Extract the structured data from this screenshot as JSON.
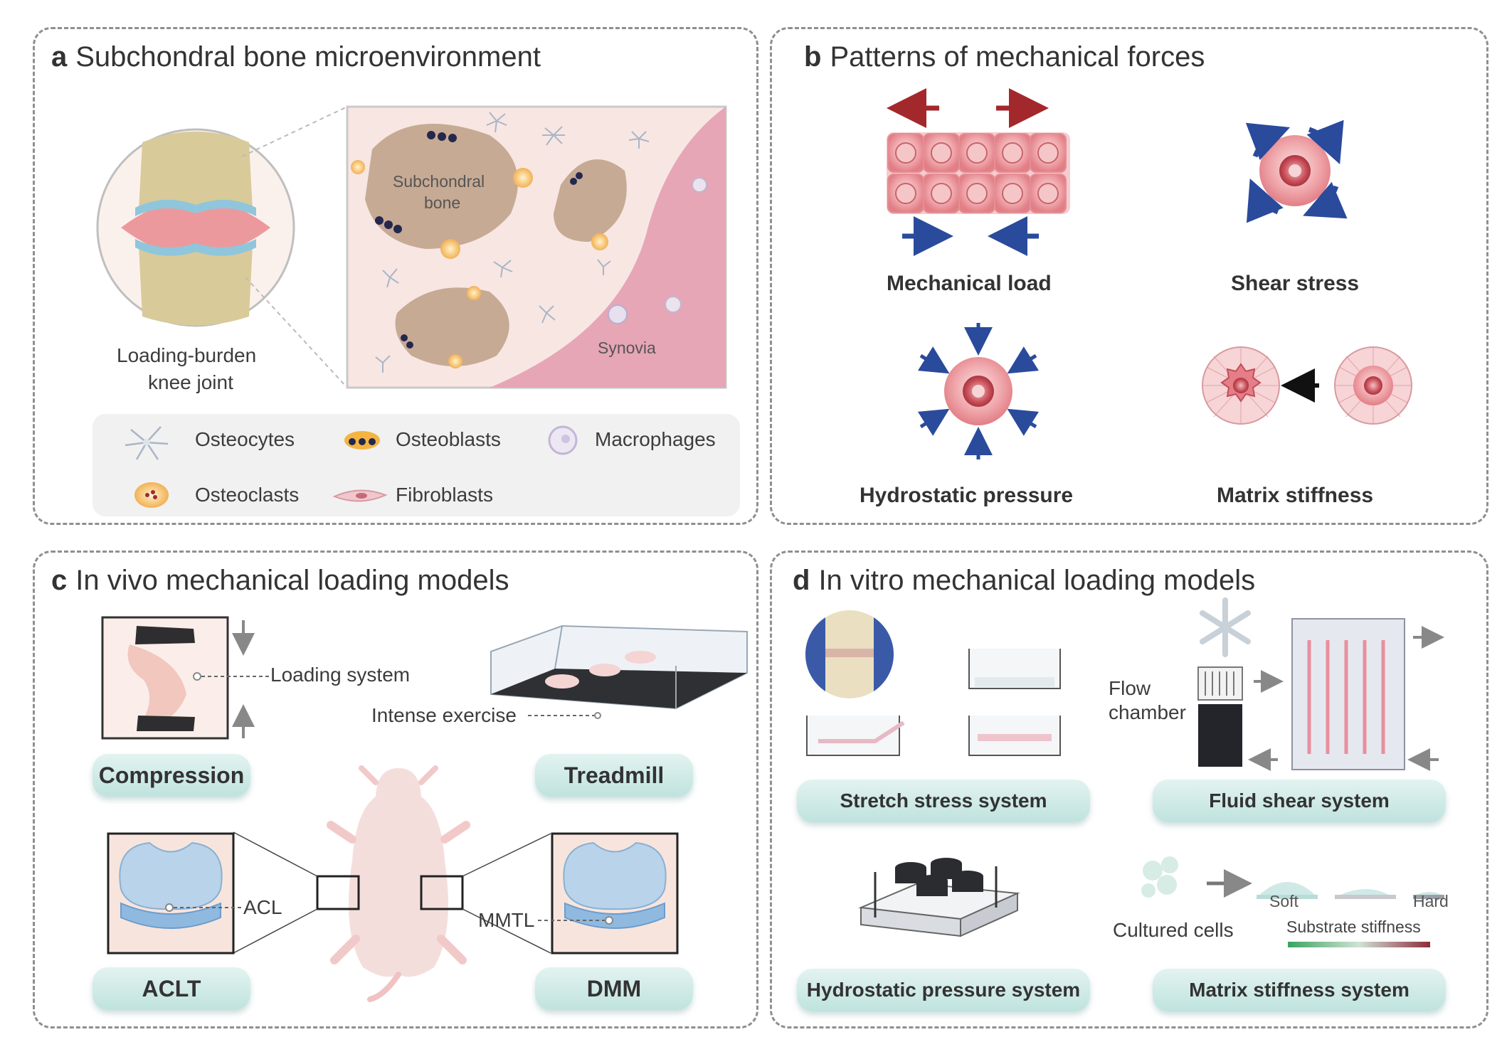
{
  "panels": {
    "a": {
      "letter": "a",
      "title": "Subchondral bone microenvironment",
      "joint_label_line1": "Loading-burden",
      "joint_label_line2": "knee joint",
      "bone_label_line1": "Subchondral",
      "bone_label_line2": "bone",
      "synovia_label": "Synovia",
      "legend": {
        "osteocytes": "Osteocytes",
        "osteoblasts": "Osteoblasts",
        "macrophages": "Macrophages",
        "osteoclasts": "Osteoclasts",
        "fibroblasts": "Fibroblasts"
      }
    },
    "b": {
      "letter": "b",
      "title": "Patterns of mechanical forces",
      "mechanical_load": "Mechanical load",
      "shear_stress": "Shear stress",
      "hydrostatic_pressure": "Hydrostatic pressure",
      "matrix_stiffness": "Matrix stiffness"
    },
    "c": {
      "letter": "c",
      "title": "In vivo mechanical loading models",
      "loading_system": "Loading system",
      "intense_exercise": "Intense exercise",
      "compression": "Compression",
      "treadmill": "Treadmill",
      "acl": "ACL",
      "mmtl": "MMTL",
      "aclt": "ACLT",
      "dmm": "DMM"
    },
    "d": {
      "letter": "d",
      "title": "In vitro mechanical loading models",
      "flow_chamber_line1": "Flow",
      "flow_chamber_line2": "chamber",
      "stretch_stress_system": "Stretch stress system",
      "fluid_shear_system": "Fluid shear system",
      "hydrostatic_pressure_system": "Hydrostatic pressure system",
      "matrix_stiffness_system": "Matrix stiffness system",
      "cultured_cells": "Cultured cells",
      "soft": "Soft",
      "hard": "Hard",
      "substrate_stiffness": "Substrate stiffness"
    }
  },
  "colors": {
    "force_red": "#a3282c",
    "force_blue": "#2a4a9c",
    "pill_teal": "#c5e6e1",
    "bone_tan": "#c7aa94",
    "synovia_pink": "#e6a6b6",
    "cell_pink": "#e98a92"
  }
}
